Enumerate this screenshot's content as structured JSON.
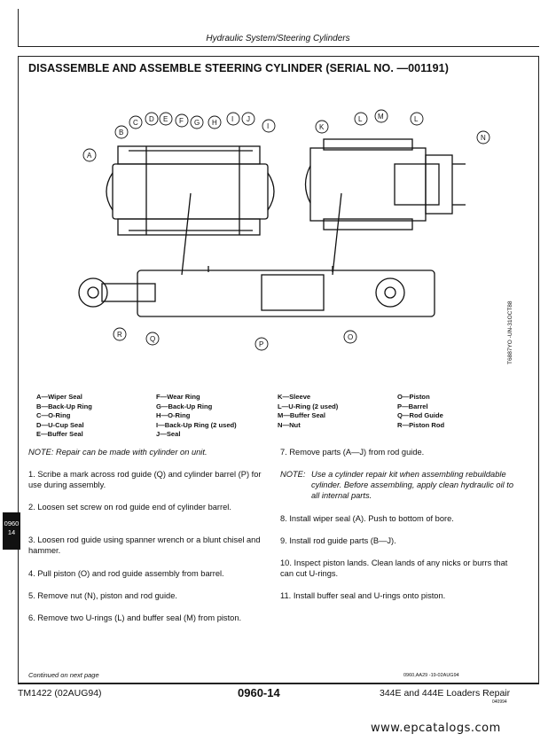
{
  "header": {
    "section_title": "Hydraulic System/Steering Cylinders"
  },
  "title": "DISASSEMBLE AND ASSEMBLE STEERING CYLINDER (SERIAL NO.     —001191)",
  "diagram": {
    "callouts_top_left": [
      "A",
      "B",
      "C",
      "D",
      "E",
      "F",
      "G",
      "H",
      "I",
      "J",
      "I"
    ],
    "callouts_top_right": [
      "K",
      "L",
      "M",
      "L",
      "N"
    ],
    "callouts_bottom": [
      "R",
      "Q",
      "P",
      "O"
    ],
    "side_code": "T6887YO  -UN-31OCT88"
  },
  "legend": {
    "col1": [
      "A—Wiper Seal",
      "B—Back-Up Ring",
      "C—O-Ring",
      "D—U-Cup Seal",
      "E—Buffer Seal"
    ],
    "col2": [
      "F—Wear Ring",
      "G—Back-Up Ring",
      "H—O-Ring",
      "I—Back-Up Ring (2 used)",
      "J—Seal"
    ],
    "col3": [
      "K—Sleeve",
      "L—U-Ring (2 used)",
      "M—Buffer Seal",
      "N—Nut"
    ],
    "col4": [
      "O—Piston",
      "P—Barrel",
      "Q—Rod Guide",
      "R—Piston Rod"
    ]
  },
  "left_column": {
    "note": "NOTE: Repair can be made with cylinder on unit.",
    "steps": [
      "1. Scribe a mark across rod guide (Q) and cylinder barrel (P) for use during assembly.",
      "2. Loosen set screw on rod guide end of cylinder barrel.",
      "3. Loosen rod guide using spanner wrench or a blunt chisel and hammer.",
      "4. Pull piston (O) and rod guide assembly from barrel.",
      "5. Remove nut (N), piston and rod guide.",
      "6. Remove two U-rings (L) and buffer seal (M) from piston."
    ]
  },
  "right_column": {
    "step7": "7. Remove parts (A—J) from rod guide.",
    "note_label": "NOTE:",
    "note_text": "Use a cylinder repair kit when assembling rebuildable cylinder. Before assembling, apply clean hydraulic oil to all internal parts.",
    "steps": [
      "8. Install wiper seal (A). Push to bottom of bore.",
      "9. Install rod guide parts (B—J).",
      "10. Inspect piston lands. Clean lands of any nicks or burrs that can cut U-rings.",
      "11. Install buffer seal and U-rings onto piston."
    ]
  },
  "tab": {
    "line1": "0960",
    "line2": "14"
  },
  "footer": {
    "continued": "Continued on next page",
    "doc_code": "0960,AA29    -19-02AUG94",
    "manual": "TM1422 (02AUG94)",
    "page": "0960-14",
    "model": "344E and 444E Loaders Repair",
    "small": "040994",
    "watermark": "www.epcatalogs.com"
  }
}
